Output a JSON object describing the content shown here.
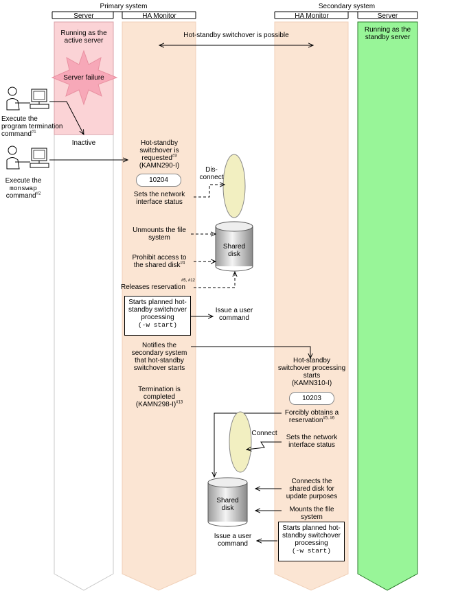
{
  "primary_system": {
    "title": "Primary system",
    "server_header": "Server",
    "ha_header": "HA Monitor"
  },
  "secondary_system": {
    "title": "Secondary system",
    "ha_header": "HA Monitor",
    "server_header": "Server"
  },
  "primary_server": {
    "running": [
      "Running as the",
      "active server"
    ],
    "failure": "Server failure",
    "inactive": "Inactive"
  },
  "secondary_server": {
    "running": [
      "Running as the",
      "standby server"
    ]
  },
  "switchover_possible": "Hot-standby switchover is possible",
  "operator_1": {
    "lines": [
      "Execute the",
      "program termination",
      "command"
    ],
    "note": "#1"
  },
  "operator_2": {
    "line1": "Execute the",
    "code": "monswap",
    "line3": "command",
    "note": "#2"
  },
  "primary_steps": {
    "requested": [
      "Hot-standby",
      "switchover is",
      "requested",
      "(KAMN290-I)"
    ],
    "requested_note": "#3",
    "code": "10204",
    "sets_network": [
      "Sets the network",
      "interface status"
    ],
    "unmounts": [
      "Unmounts the file",
      "system"
    ],
    "prohibit": [
      "Prohibit access to",
      "the shared disk"
    ],
    "prohibit_note": "#4",
    "releases": "Releases reservation",
    "releases_note": "#5, #12",
    "starts_planned": [
      "Starts planned hot-",
      "standby switchover",
      "processing"
    ],
    "w_start": "(-w start)",
    "notifies": [
      "Notifies the",
      "secondary system",
      "that hot-standby",
      "switchover starts"
    ],
    "termination": [
      "Termination is",
      "completed",
      "(KAMN298-I)"
    ],
    "termination_note": "#13"
  },
  "primary_side": {
    "disconnect": [
      "Dis-",
      "connect"
    ],
    "user_command": [
      "Issue a user",
      "command"
    ],
    "shared_disk": [
      "Shared",
      "disk"
    ]
  },
  "secondary_steps": {
    "starts": [
      "Hot-standby",
      "switchover processing",
      "starts",
      "(KAMN310-I)"
    ],
    "code": "10203",
    "forcibly": [
      "Forcibly obtains a",
      "reservation"
    ],
    "forcibly_note": "#5, #6",
    "sets_network": [
      "Sets the network",
      "interface status"
    ],
    "connects": [
      "Connects the",
      "shared disk for",
      "update purposes"
    ],
    "mounts": [
      "Mounts the file",
      "system"
    ],
    "starts_planned": [
      "Starts planned hot-",
      "standby switchover",
      "processing"
    ],
    "w_start": "(-w start)"
  },
  "secondary_side": {
    "connect": "Connect",
    "shared_disk": [
      "Shared",
      "disk"
    ],
    "user_command": [
      "Issue a user",
      "command"
    ]
  },
  "colors": {
    "ha_lane": "#fbe5d3",
    "active_server": "#fbd3d6",
    "standby_server": "#98f598",
    "failure_burst": "#f7a8b8",
    "ellipse": "#f2efc1"
  }
}
